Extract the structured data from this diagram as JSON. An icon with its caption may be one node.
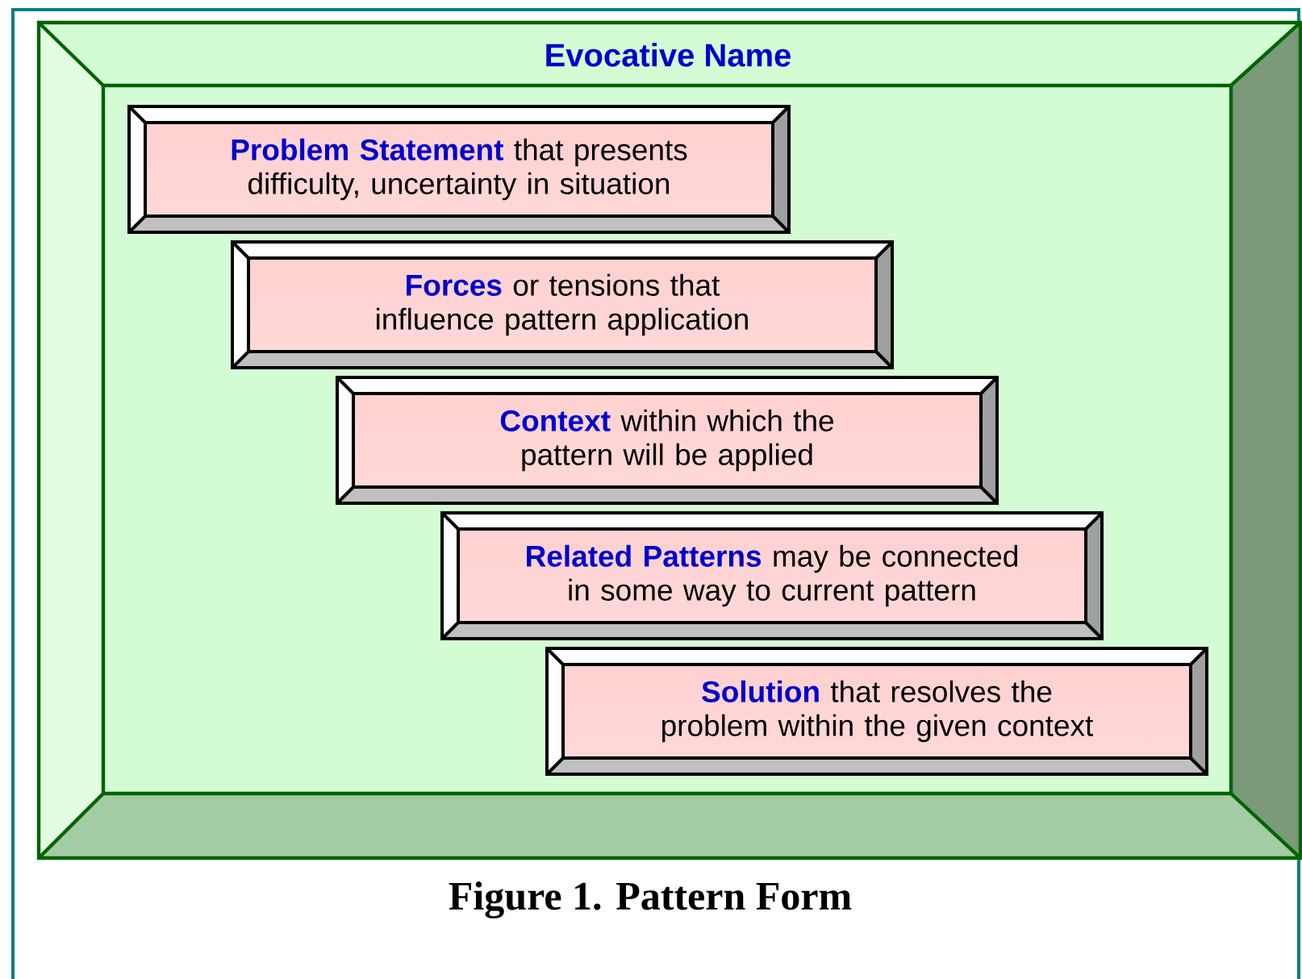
{
  "diagram": {
    "caption": "Figure 1. Pattern Form",
    "nodes": [
      {
        "text": [
          "Evocative Name"
        ]
      },
      {
        "text": [
          "**Problem Statement** that presents difficulty, uncertainty in situation"
        ],
        "in": 0
      },
      {
        "text": [
          "**Forces** or tensions that influence pattern application"
        ],
        "in": 0
      },
      {
        "text": [
          "**Context** within which the pattern will be applied"
        ],
        "in": 0
      },
      {
        "text": [
          "**Related Patterns** may be connected in some way to current pattern"
        ],
        "in": 0
      },
      {
        "text": [
          "**Solution** that resolves the problem within the given context"
        ],
        "in": 0
      }
    ]
  }
}
